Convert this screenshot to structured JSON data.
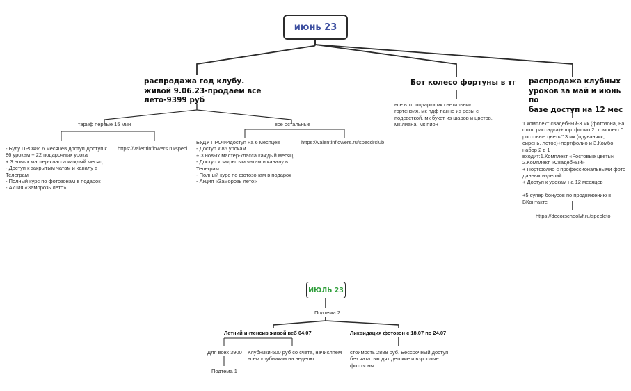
{
  "colors": {
    "june": "#3d4fa0",
    "july": "#2e9e3a",
    "line": "#2b2b2b"
  },
  "june": {
    "title": "июнь 23",
    "club_sale": {
      "title": "распродажа год клубу.\nживой 9.06.23-продаем все\nлето-9399 руб",
      "tariff_first": {
        "label": "тариф первые 15 мин",
        "details": "- Буду ПРОФИ  6 месяцев доступ Доступ к\n86 урокам + 22 подарочных урока\n+ 3 новых мастер-класса каждый месяц\n- Доступ к закрытым чатам и каналу в\nТелеграм\n- Полный курс по фотозонам в подарок\n- Акция «Заморозь лето»",
        "link": "https://valentinflowers.ru/specl"
      },
      "tariff_rest": {
        "label": "все остальные",
        "details": "БУДУ ПРОФИдоступ на 6 месяцев\n- Доступ к 86 урокам\n+ 3 новых мастер-класса каждый месяц\n- Доступ к закрытым чатам и каналу в\nТелеграм\n- Полный курс по фотозонам в подарок\n- Акция «Заморозь лето»",
        "link": "https://valentinflowers.ru/specdrclub"
      }
    },
    "fortune_bot": {
      "title": "Бот колесо фортуны в тг",
      "details": "все в тг:  подарки мк светильник\nгортензия, мк пдф панно из розы с\nподсветкой, мк букет из шаров и цветов,\nмк лиана, мк пион"
    },
    "club_lessons_sale": {
      "title": "распродажа клубных\nуроков за май и июнь по\nбазе доступ на 12 мес",
      "details": "1.комплект свадебный-3 мк (фотозона, на\nстол, рассадка)+портфолио 2. комплект \"\nростовые цветы\" 3 мк (одуванчик,\nсирень, лотос)+портфолио и 3.Комбо\nнабор 2 в 1\nвходит:1.Комплект «Ростовые цветы»\n2.Комплект «Свадебный»\n+ Портфолио с профессиональными фото\nданных изделий\n+ Доступ к урокам на 12 месяцев\n\n+5 супер бонусов по продвижению в\nВКонтакте",
      "link": "https://decorschoolvf.ru/specleto"
    }
  },
  "july": {
    "title": "ИЮЛЬ 23",
    "subtopic": "Подтема 2",
    "summer_intensive": {
      "title": "Летний интенсив живой веб 04.07",
      "for_all": "Для всех 3900",
      "for_all_child": "Подтема 1",
      "strawberry": "Клубники-500 руб со счета, начисляем\nвсем клубникам на неделю"
    },
    "photozone_liquidation": {
      "title": "Ликвидация фотозон с 18.07 по 24.07",
      "details": "стоимость 2888 руб. Бессрочный доступ\nбез чата. входят детские и взрослые\nфотозоны"
    }
  }
}
